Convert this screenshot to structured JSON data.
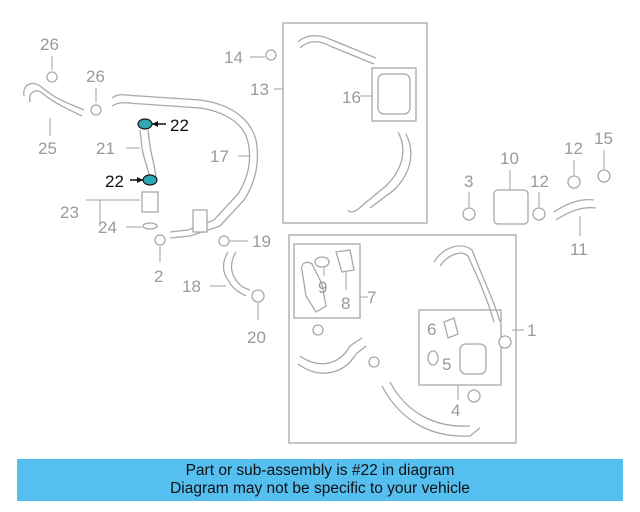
{
  "callouts": {
    "c1": "1",
    "c2": "2",
    "c3": "3",
    "c4": "4",
    "c5": "5",
    "c6": "6",
    "c7": "7",
    "c8": "8",
    "c9": "9",
    "c10": "10",
    "c11": "11",
    "c12a": "12",
    "c12b": "12",
    "c13": "13",
    "c14": "14",
    "c15": "15",
    "c16": "16",
    "c17": "17",
    "c18": "18",
    "c19": "19",
    "c20": "20",
    "c21": "21",
    "c22a": "22",
    "c22b": "22",
    "c23": "23",
    "c24": "24",
    "c25": "25",
    "c26a": "26",
    "c26b": "26"
  },
  "highlight_color": "#2fa8b6",
  "banner": {
    "line1": "Part or sub-assembly is #22 in diagram",
    "line2": "Diagram may not be specific to your vehicle",
    "color": "#55bff0"
  }
}
